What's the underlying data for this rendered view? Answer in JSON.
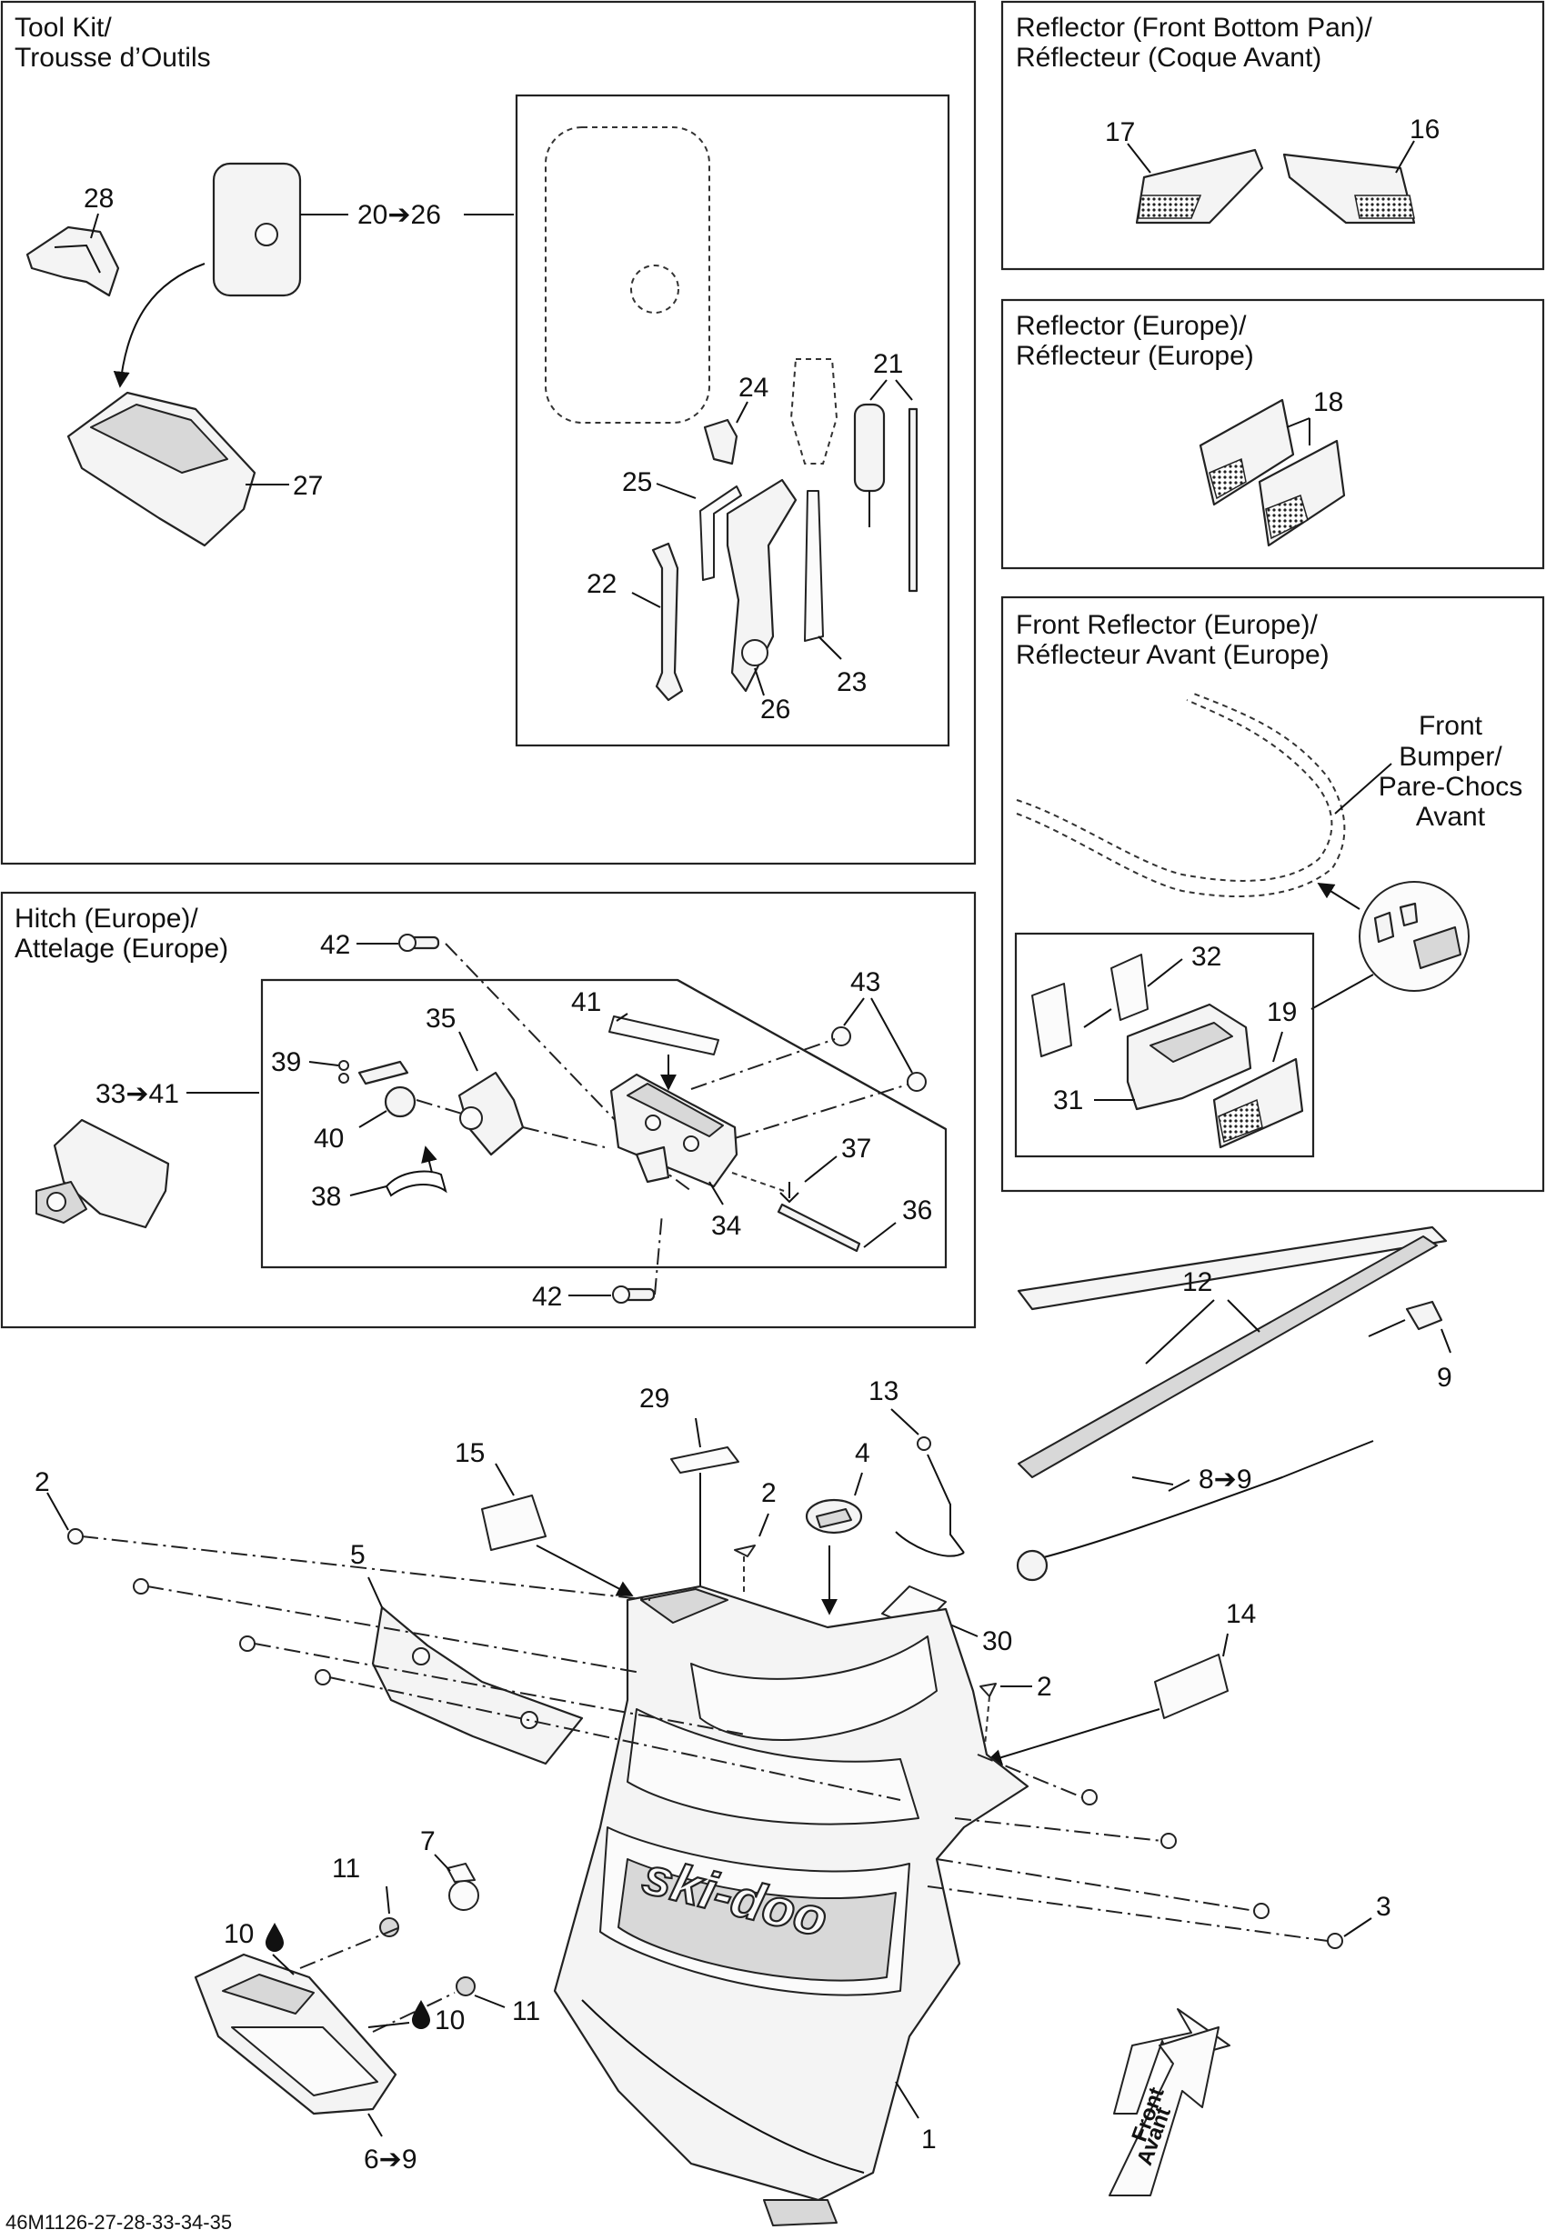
{
  "sections": {
    "tool_kit": {
      "title_en": "Tool Kit/",
      "title_fr": "Trousse d’Outils"
    },
    "reflector_front_bottom_pan": {
      "title_en": "Reflector (Front Bottom Pan)/",
      "title_fr": "Réflecteur (Coque Avant)"
    },
    "reflector_europe": {
      "title_en": "Reflector (Europe)/",
      "title_fr": "Réflecteur (Europe)"
    },
    "front_reflector_europe": {
      "title_en": "Front Reflector (Europe)/",
      "title_fr": "Réflecteur Avant (Europe)",
      "bumper_label": [
        "Front",
        "Bumper/",
        "Pare-Chocs",
        "Avant"
      ]
    },
    "hitch_europe": {
      "title_en": "Hitch (Europe)/",
      "title_fr": "Attelage (Europe)"
    }
  },
  "callouts": {
    "c1": "1",
    "c2a": "2",
    "c2b": "2",
    "c2c": "2",
    "c3": "3",
    "c4": "4",
    "c5": "5",
    "c6_9": "6➔9",
    "c7": "7",
    "c8_9": "8➔9",
    "c9": "9",
    "c10a": "10",
    "c10b": "10",
    "c11a": "11",
    "c11b": "11",
    "c12": "12",
    "c13": "13",
    "c14": "14",
    "c15": "15",
    "c16": "16",
    "c17": "17",
    "c18": "18",
    "c19": "19",
    "c20_26": "20➔26",
    "c21": "21",
    "c22": "22",
    "c23": "23",
    "c24": "24",
    "c25": "25",
    "c26": "26",
    "c27": "27",
    "c28": "28",
    "c29": "29",
    "c30": "30",
    "c31": "31",
    "c32": "32",
    "c33_41": "33➔41",
    "c34": "34",
    "c35": "35",
    "c36": "36",
    "c37": "37",
    "c38": "38",
    "c39": "39",
    "c40": "40",
    "c41": "41",
    "c42a": "42",
    "c42b": "42",
    "c43": "43"
  },
  "front_arrow": {
    "line1": "Front",
    "line2": "Avant"
  },
  "brand_logo": "ski-doo",
  "footer": {
    "diagram_code": "46M1126-27-28-33-34-35"
  },
  "icons": [
    "drop-icon",
    "front-direction-arrow-icon",
    "arrow-right-icon"
  ]
}
